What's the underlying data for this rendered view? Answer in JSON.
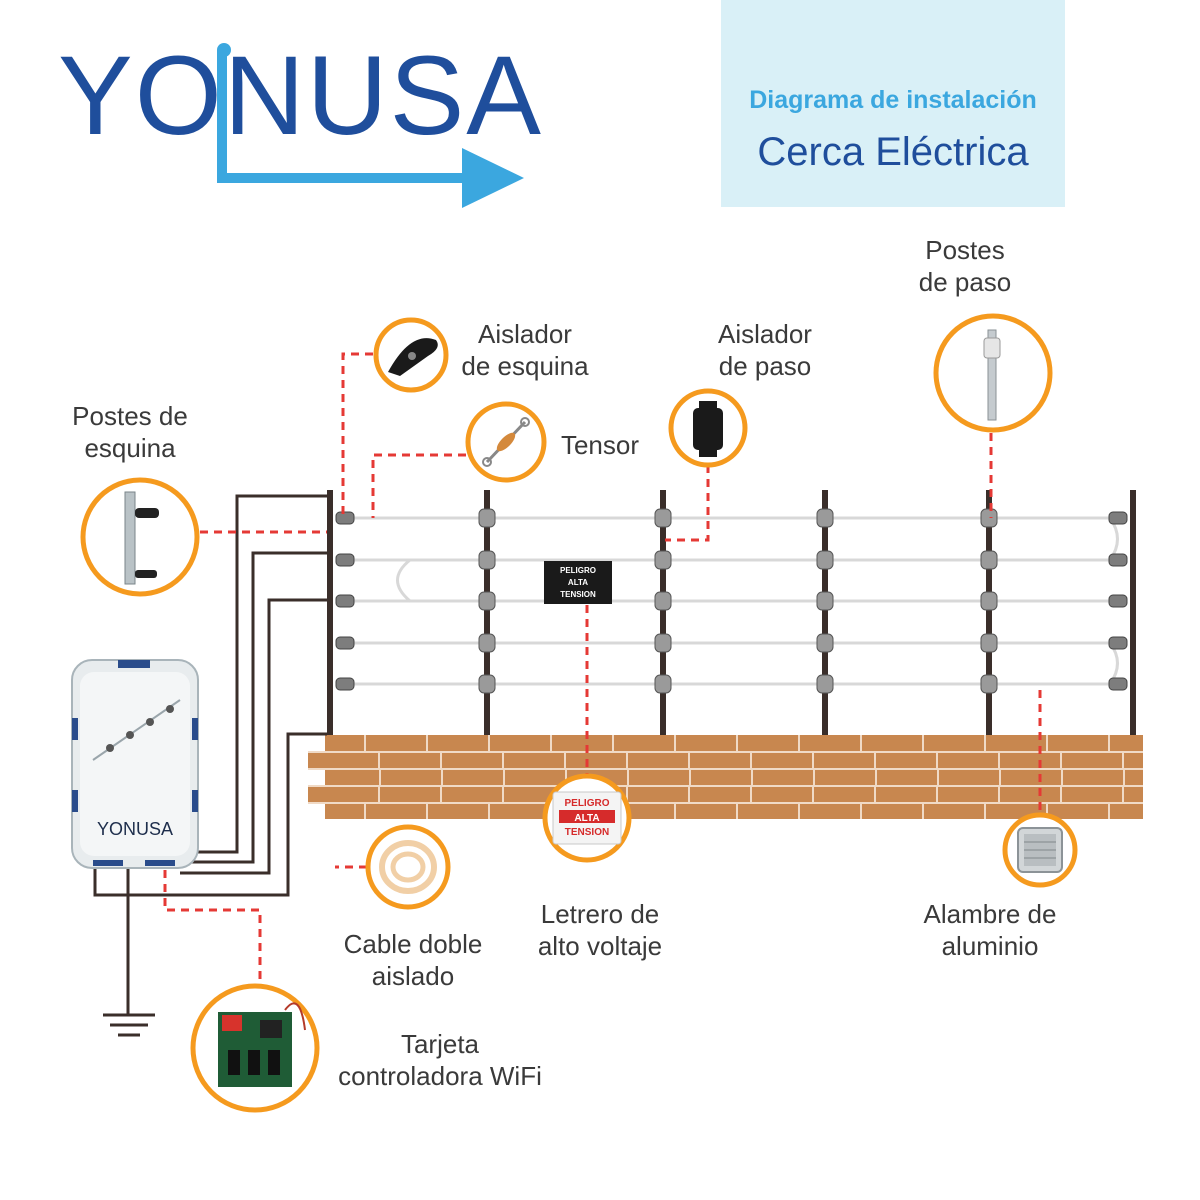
{
  "logo": {
    "text": "YONUSA",
    "colors": {
      "dark": "#1f4e9c",
      "light": "#3ba7df"
    }
  },
  "header": {
    "subtitle": "Diagrama de instalación",
    "title": "Cerca Eléctrica"
  },
  "labels": {
    "postes_esquina": {
      "line1": "Postes de",
      "line2": "esquina"
    },
    "aislador_esquina": {
      "line1": "Aislador",
      "line2": "de esquina"
    },
    "tensor": "Tensor",
    "aislador_paso": {
      "line1": "Aislador",
      "line2": "de paso"
    },
    "postes_paso": {
      "line1": "Postes",
      "line2": "de paso"
    },
    "cable_doble": {
      "line1": "Cable doble",
      "line2": "aislado"
    },
    "letrero": {
      "line1": "Letrero de",
      "line2": "alto voltaje"
    },
    "alambre": {
      "line1": "Alambre de",
      "line2": "aluminio"
    },
    "tarjeta": {
      "line1": "Tarjeta",
      "line2": "controladora WiFi"
    }
  },
  "sign": {
    "line1": "PELIGRO",
    "line2": "ALTA",
    "line3": "TENSION"
  },
  "energizer_brand": "YONUSA",
  "colors": {
    "accent_orange": "#f59a1e",
    "dashed_red": "#e53935",
    "brick": "#c8874f",
    "wire_dark": "#3a2e2a"
  }
}
